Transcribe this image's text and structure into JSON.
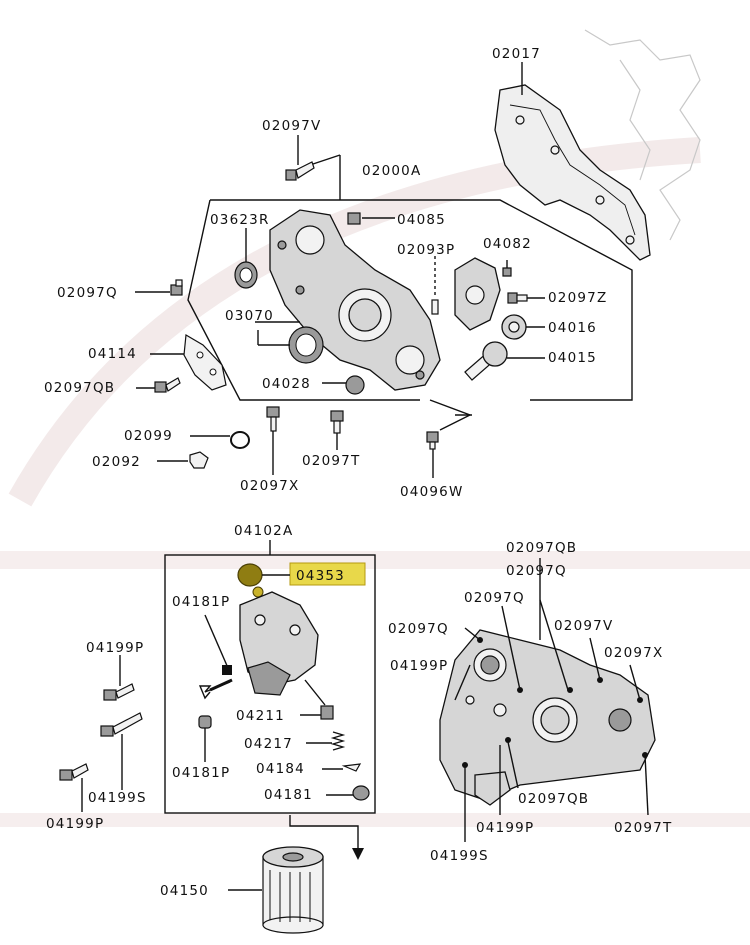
{
  "labels": {
    "p02017": "02017",
    "p02097V_top": "02097V",
    "p02000A": "02000A",
    "p03623R": "03623R",
    "p04085": "04085",
    "p02093P": "02093P",
    "p04082": "04082",
    "p02097Q_left": "02097Q",
    "p02097Z": "02097Z",
    "p03070": "03070",
    "p04016": "04016",
    "p04114": "04114",
    "p04015": "04015",
    "p02097QB_left": "02097QB",
    "p04028": "04028",
    "p02099": "02099",
    "p02092": "02092",
    "p02097T_mid": "02097T",
    "p02097X_mid": "02097X",
    "p04096W": "04096W",
    "p04102A": "04102A",
    "p04353": "04353",
    "p04181P_top": "04181P",
    "p04199P_left": "04199P",
    "p04211": "04211",
    "p04217": "04217",
    "p04181P_bot": "04181P",
    "p04184": "04184",
    "p04181": "04181",
    "p04199S_left": "04199S",
    "p04199P_bot": "04199P",
    "p04150": "04150",
    "p02097QB_r1": "02097QB",
    "p02097Q_r1": "02097Q",
    "p02097Q_r2": "02097Q",
    "p02097Q_r3": "02097Q",
    "p02097V_r": "02097V",
    "p04199P_r": "04199P",
    "p02097X_r": "02097X",
    "p02097QB_r2": "02097QB",
    "p04199P_r2": "04199P",
    "p02097T_r": "02097T",
    "p04199S_r": "04199S"
  },
  "colors": {
    "highlight": "#e8d84a",
    "highlight_border": "#b59a10",
    "line": "#111111",
    "part_fill": "#d6d6d6"
  }
}
